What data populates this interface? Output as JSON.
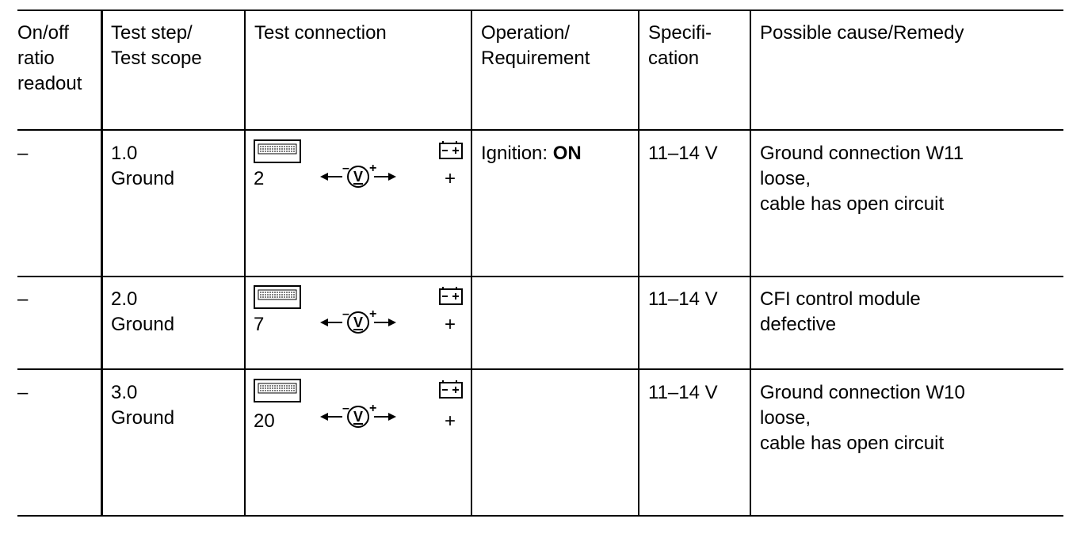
{
  "headers": {
    "col1": "On/off\nratio\nreadout",
    "col2": "Test step/\nTest scope",
    "col3": "Test connection",
    "col4": "Operation/\nRequirement",
    "col5": "Specifi-\ncation",
    "col6": "Possible cause/Remedy"
  },
  "rows": [
    {
      "readout": "–",
      "step": "1.0\nGround",
      "pin": "2",
      "plus": "+",
      "operation_label": "Ignition: ",
      "operation_value": "ON",
      "spec": "11–14 V",
      "remedy": "Ground connection W11\nloose,\ncable has open circuit"
    },
    {
      "readout": "–",
      "step": "2.0\nGround",
      "pin": "7",
      "plus": "+",
      "operation_label": "",
      "operation_value": "",
      "spec": "11–14 V",
      "remedy": "CFI control module\ndefective"
    },
    {
      "readout": "–",
      "step": "3.0\nGround",
      "pin": "20",
      "plus": "+",
      "operation_label": "",
      "operation_value": "",
      "spec": "11–14 V",
      "remedy": "Ground connection W10\nloose,\ncable has open circuit"
    }
  ],
  "icons": {
    "module": "control-module-icon",
    "voltmeter": "voltmeter-icon",
    "battery": "battery-icon"
  }
}
